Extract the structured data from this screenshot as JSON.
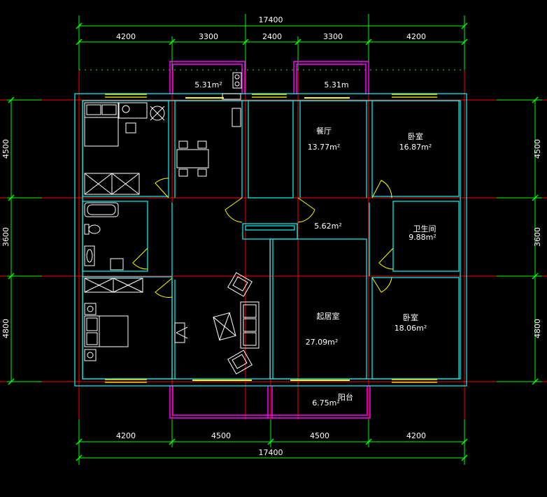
{
  "dimensions": {
    "top_total": "17400",
    "top_segments": [
      "4200",
      "3300",
      "2400",
      "3300",
      "4200"
    ],
    "bottom_segments": [
      "4200",
      "4500",
      "4500",
      "4200"
    ],
    "bottom_total": "17400",
    "left_segments": [
      "4500",
      "3600",
      "4800"
    ],
    "right_segments": [
      "4500",
      "3600",
      "4800"
    ]
  },
  "rooms": {
    "balcony_top_left_area": "5.31m²",
    "balcony_top_right_area": "5.31m",
    "dining_name": "餐厅",
    "dining_area": "13.77m²",
    "bedroom_top_right_name": "卧室",
    "bedroom_top_right_area": "16.87m²",
    "corridor_area": "5.62m²",
    "bathroom_name": "卫生间",
    "bathroom_area": "9.88m²",
    "living_name": "起居室",
    "living_area": "27.09m²",
    "bedroom_bottom_right_name": "卧室",
    "bedroom_bottom_right_area": "18.06m²",
    "balcony_bottom_area": "6.75m²",
    "balcony_bottom_name": "阳台"
  },
  "colors": {
    "wall": "#00ffff",
    "grid": "#ff0000",
    "dimension": "#00ff00",
    "window": "#ffff00",
    "balcony": "#ff00ff",
    "furniture": "#ffffff",
    "background": "#000000"
  }
}
